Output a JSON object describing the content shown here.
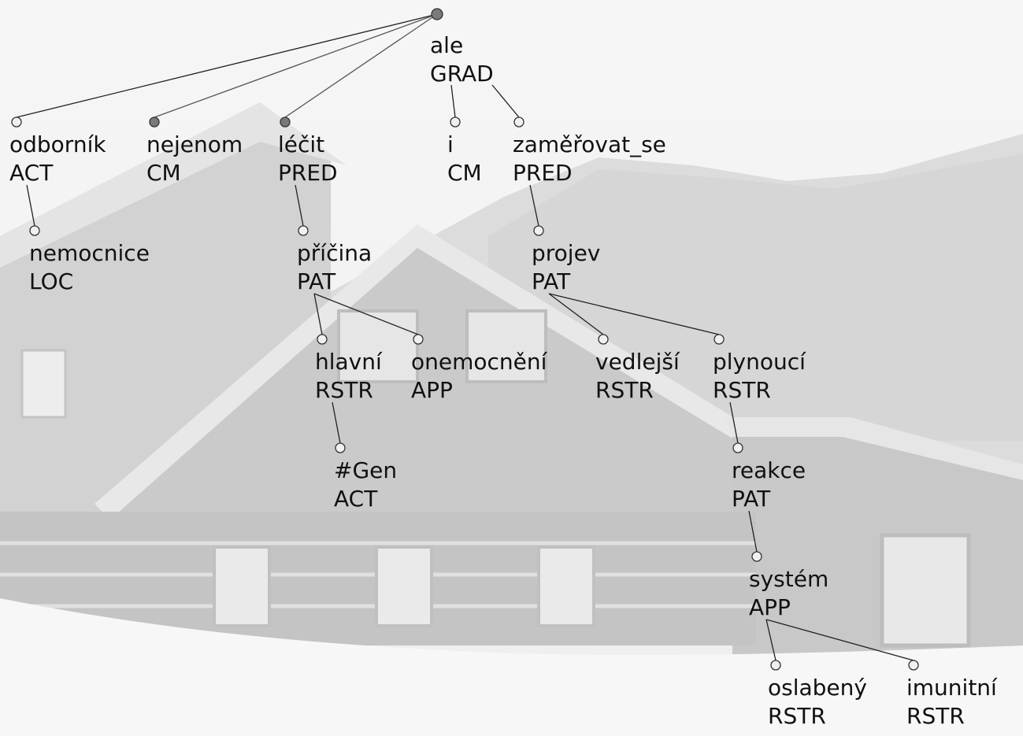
{
  "tree": {
    "nodes": [
      {
        "id": "root",
        "lemma": "",
        "functor": "",
        "fill": "dark"
      },
      {
        "id": "ale",
        "lemma": "ale",
        "functor": "GRAD"
      },
      {
        "id": "odbornik",
        "lemma": "odborník",
        "functor": "ACT"
      },
      {
        "id": "nejenom",
        "lemma": "nejenom",
        "functor": "CM",
        "fill": "dark"
      },
      {
        "id": "lecit",
        "lemma": "léčit",
        "functor": "PRED",
        "fill": "dark"
      },
      {
        "id": "i",
        "lemma": "i",
        "functor": "CM"
      },
      {
        "id": "zamerovat",
        "lemma": "zaměřovat_se",
        "functor": "PRED"
      },
      {
        "id": "nemocnice",
        "lemma": "nemocnice",
        "functor": "LOC"
      },
      {
        "id": "pricina",
        "lemma": "příčina",
        "functor": "PAT"
      },
      {
        "id": "projev",
        "lemma": "projev",
        "functor": "PAT"
      },
      {
        "id": "hlavni",
        "lemma": "hlavní",
        "functor": "RSTR"
      },
      {
        "id": "onemocneni",
        "lemma": "onemocnění",
        "functor": "APP"
      },
      {
        "id": "vedlejsi",
        "lemma": "vedlejší",
        "functor": "RSTR"
      },
      {
        "id": "plynouci",
        "lemma": "plynoucí",
        "functor": "RSTR"
      },
      {
        "id": "gen",
        "lemma": "#Gen",
        "functor": "ACT"
      },
      {
        "id": "reakce",
        "lemma": "reakce",
        "functor": "PAT"
      },
      {
        "id": "system",
        "lemma": "systém",
        "functor": "APP"
      },
      {
        "id": "oslabeny",
        "lemma": "oslabený",
        "functor": "RSTR"
      },
      {
        "id": "imunitni",
        "lemma": "imunitní",
        "functor": "RSTR"
      }
    ],
    "edges": [
      [
        "root",
        "odbornik"
      ],
      [
        "root",
        "nejenom"
      ],
      [
        "root",
        "lecit"
      ],
      [
        "root",
        "ale"
      ],
      [
        "ale",
        "i"
      ],
      [
        "ale",
        "zamerovat"
      ],
      [
        "odbornik",
        "nemocnice"
      ],
      [
        "lecit",
        "pricina"
      ],
      [
        "pricina",
        "hlavni"
      ],
      [
        "pricina",
        "onemocneni"
      ],
      [
        "hlavni",
        "gen"
      ],
      [
        "zamerovat",
        "projev"
      ],
      [
        "projev",
        "vedlejsi"
      ],
      [
        "projev",
        "plynouci"
      ],
      [
        "plynouci",
        "reakce"
      ],
      [
        "reakce",
        "system"
      ],
      [
        "system",
        "oslabeny"
      ],
      [
        "system",
        "imunitni"
      ]
    ]
  }
}
